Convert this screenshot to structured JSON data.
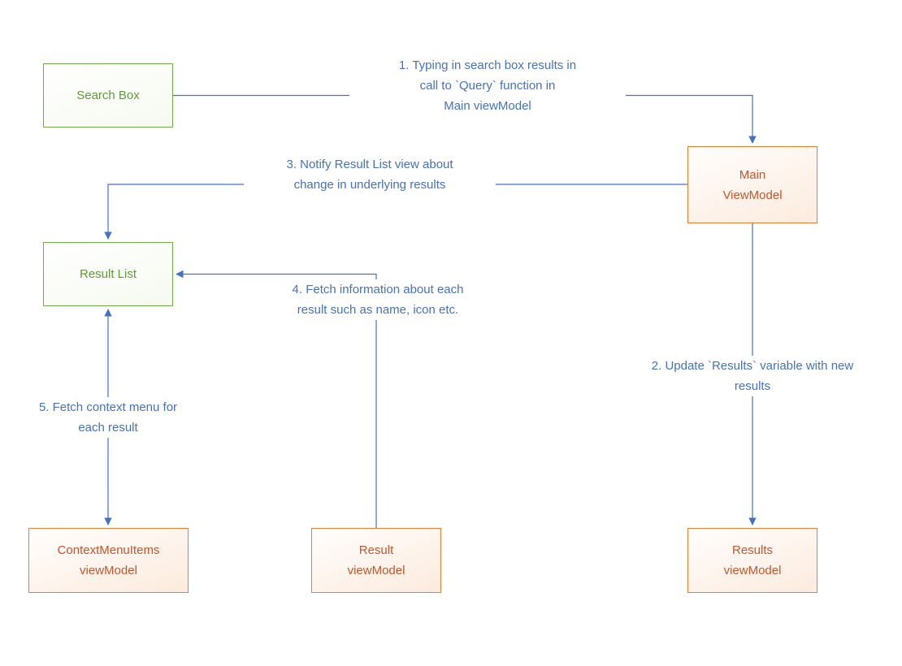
{
  "diagram": {
    "boxes": {
      "search_box": {
        "label": "Search Box"
      },
      "main_viewmodel": {
        "label": "Main\nViewModel"
      },
      "result_list": {
        "label": "Result List"
      },
      "contextmenuitems_viewmodel": {
        "label": "ContextMenuItems\nviewModel"
      },
      "result_viewmodel": {
        "label": "Result\nviewModel"
      },
      "results_viewmodel": {
        "label": "Results\nviewModel"
      }
    },
    "annotations": {
      "step1": "1. Typing in search box results in\ncall to `Query` function in\nMain viewModel",
      "step2": "2. Update `Results` variable with new\nresults",
      "step3": "3. Notify Result List view about\nchange in underlying results",
      "step4": "4. Fetch information about each\nresult such as name, icon etc.",
      "step5": "5. Fetch context menu for\neach result"
    },
    "colors": {
      "green_border": "#70AD47",
      "green_text": "#5f9a38",
      "orange_border": "#ED7D31",
      "orange_text": "#C8552B",
      "arrow_blue": "#4472C4"
    }
  }
}
